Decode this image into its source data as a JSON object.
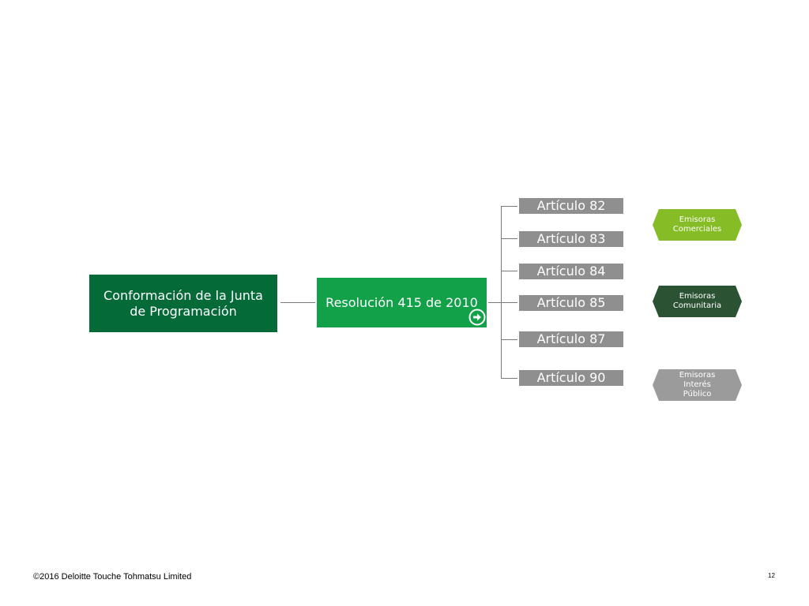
{
  "main": {
    "title": "Conformación de la Junta de Programación",
    "resolution": "Resolución 415 de 2010"
  },
  "articles": [
    "Artículo 82",
    "Artículo 83",
    "Artículo 84",
    "Artículo 85",
    "Artículo 87",
    "Artículo 90"
  ],
  "emisoras": {
    "comerciales": "Emisoras Comerciales",
    "comunitaria": "Emisoras Comunitaria",
    "interes_publico": "Emisoras Interés Público"
  },
  "footer": {
    "copyright": "©2016 Deloitte Touche Tohmatsu Limited",
    "page_number": "12"
  },
  "colors": {
    "dark_green": "#046a38",
    "green": "#12a149",
    "light_green": "#86bc25",
    "forest_green": "#2c5234",
    "gray": "#8f8f8f"
  },
  "icons": [
    "arrow-right-circle-icon"
  ]
}
